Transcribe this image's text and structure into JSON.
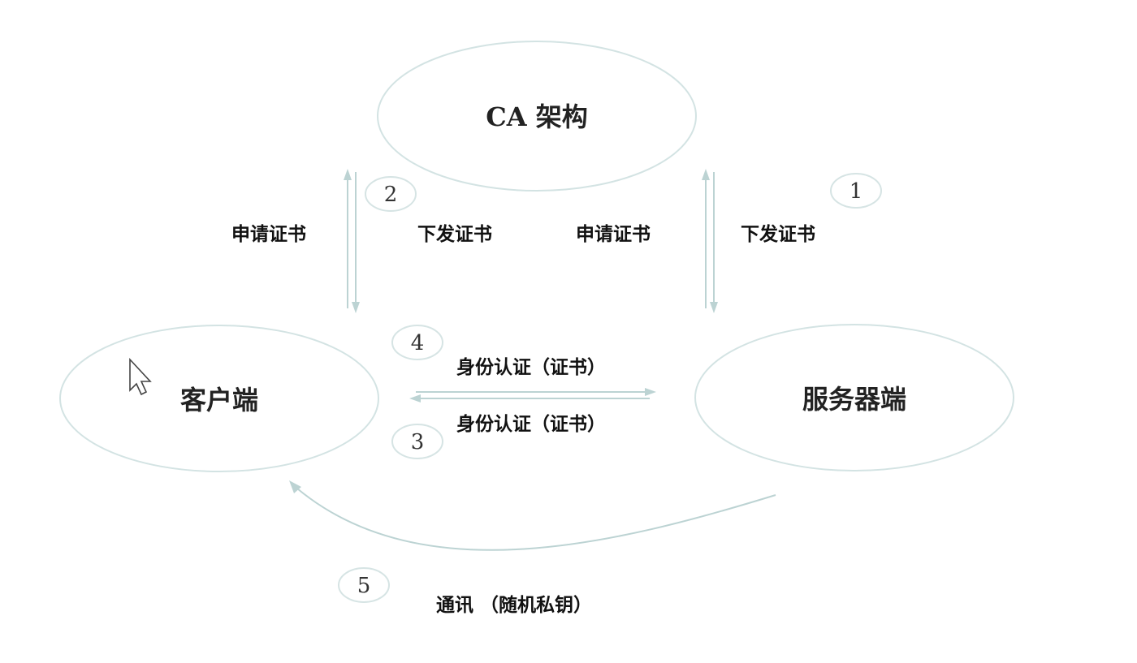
{
  "nodes": {
    "ca": "CA 架构",
    "client": "客户端",
    "server": "服务器端"
  },
  "steps": {
    "one": "1",
    "two": "2",
    "three": "3",
    "four": "4",
    "five": "5"
  },
  "labels": {
    "client_request": "申请证书",
    "client_issue": "下发证书",
    "server_request": "申请证书",
    "server_issue": "下发证书",
    "auth_top": "身份认证（证书）",
    "auth_bottom": "身份认证（证书）",
    "communication": "通讯 （随机私钥）"
  },
  "colors": {
    "line": "#bcd3d3",
    "ellipse_border": "#d3e3e3",
    "text": "#111111"
  }
}
